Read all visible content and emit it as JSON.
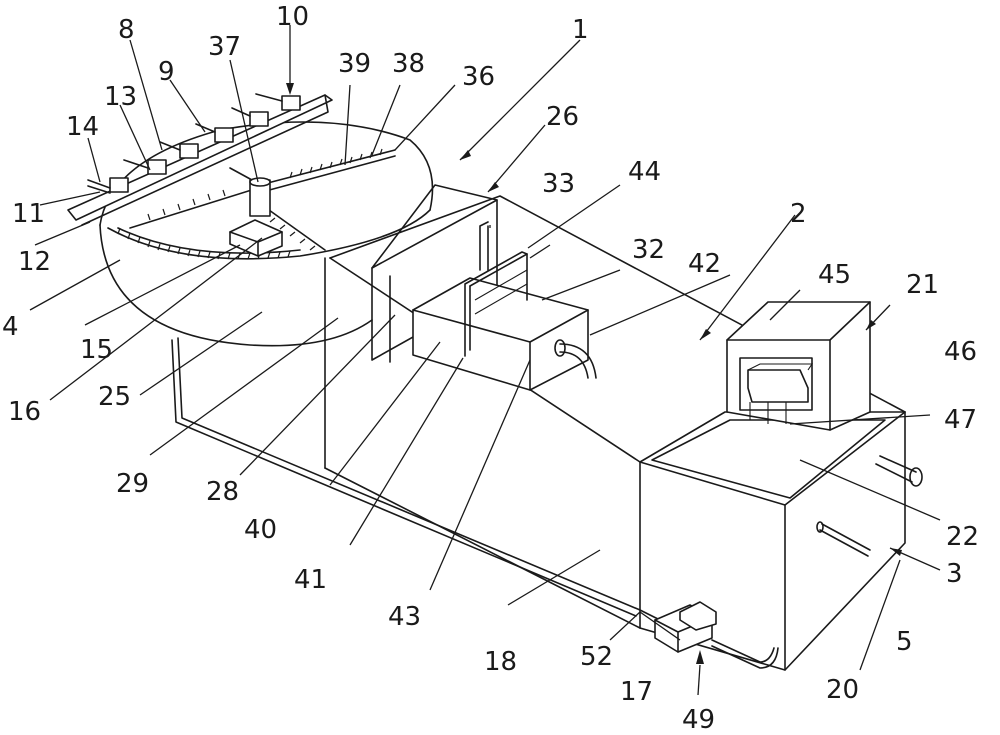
{
  "labels": {
    "l1": "1",
    "l2": "2",
    "l3": "3",
    "l4": "4",
    "l5": "5",
    "l8": "8",
    "l9": "9",
    "l10": "10",
    "l11": "11",
    "l12": "12",
    "l13": "13",
    "l14": "14",
    "l15": "15",
    "l16": "16",
    "l17": "17",
    "l18": "18",
    "l20": "20",
    "l21": "21",
    "l22": "22",
    "l25": "25",
    "l26": "26",
    "l28": "28",
    "l29": "29",
    "l32": "32",
    "l33": "33",
    "l36": "36",
    "l37": "37",
    "l38": "38",
    "l39": "39",
    "l40": "40",
    "l41": "41",
    "l42": "42",
    "l43": "43",
    "l44": "44",
    "l45": "45",
    "l46": "46",
    "l47": "47",
    "l49": "49",
    "l52": "52"
  }
}
